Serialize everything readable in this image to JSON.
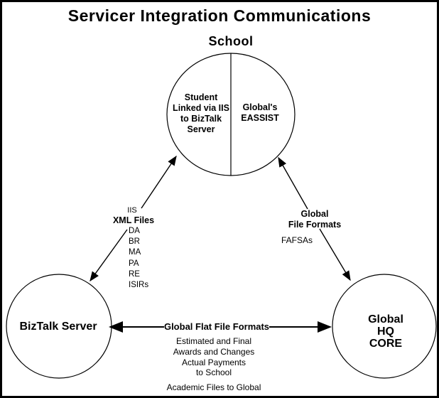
{
  "title": "Servicer Integration Communications",
  "school": {
    "heading": "School",
    "left_label": "Student\nLinked via IIS\nto BizTalk\nServer",
    "right_label": "Global's\nEASSIST"
  },
  "biztalk": {
    "label": "BizTalk Server"
  },
  "global_hq": {
    "label": "Global HQ\nCORE"
  },
  "left_edge": {
    "caption_top": "IIS",
    "caption_bold": "XML Files",
    "items": [
      "DA",
      "BR",
      "MA",
      "PA",
      "RE",
      "ISIRs"
    ]
  },
  "right_edge": {
    "caption_bold": "Global\nFile Formats",
    "caption": "FAFSAs"
  },
  "bottom_edge": {
    "caption_bold": "Global Flat File Formats",
    "details": "Estimated and Final\nAwards and Changes\nActual Payments\nto School",
    "footer": "Academic Files to Global"
  },
  "colors": {
    "ink": "#000000",
    "background": "#ffffff"
  }
}
